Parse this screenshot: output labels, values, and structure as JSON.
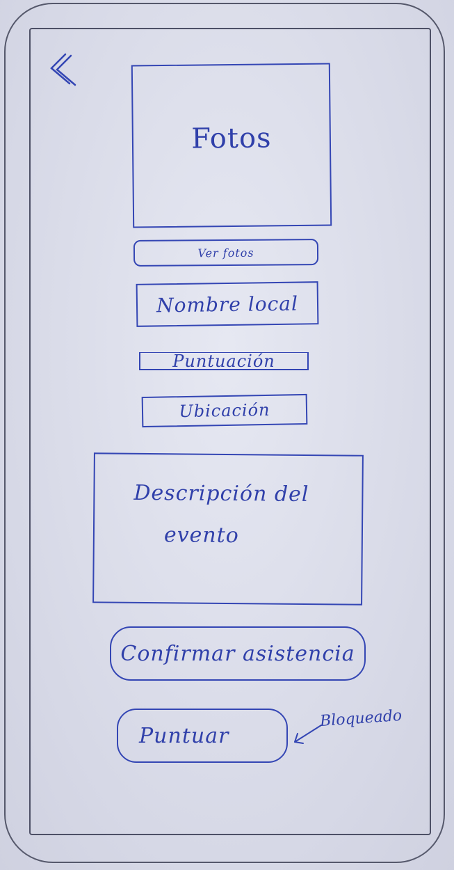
{
  "colors": {
    "ink": "#3040aa",
    "frame": "#55586b",
    "paper": "#dfe1ee"
  },
  "header": {
    "back_icon": "double-chevron-left-icon"
  },
  "photos": {
    "placeholder_label": "Fotos"
  },
  "buttons": {
    "view_photos": "Ver fotos",
    "confirm_attendance": "Confirmar asistencia",
    "rate": "Puntuar"
  },
  "fields": {
    "venue_name": "Nombre local",
    "rating": "Puntuación",
    "location": "Ubicación"
  },
  "description": {
    "line1": "Descripción del",
    "line2": "evento"
  },
  "annotations": {
    "rate_state": "Bloqueado"
  }
}
